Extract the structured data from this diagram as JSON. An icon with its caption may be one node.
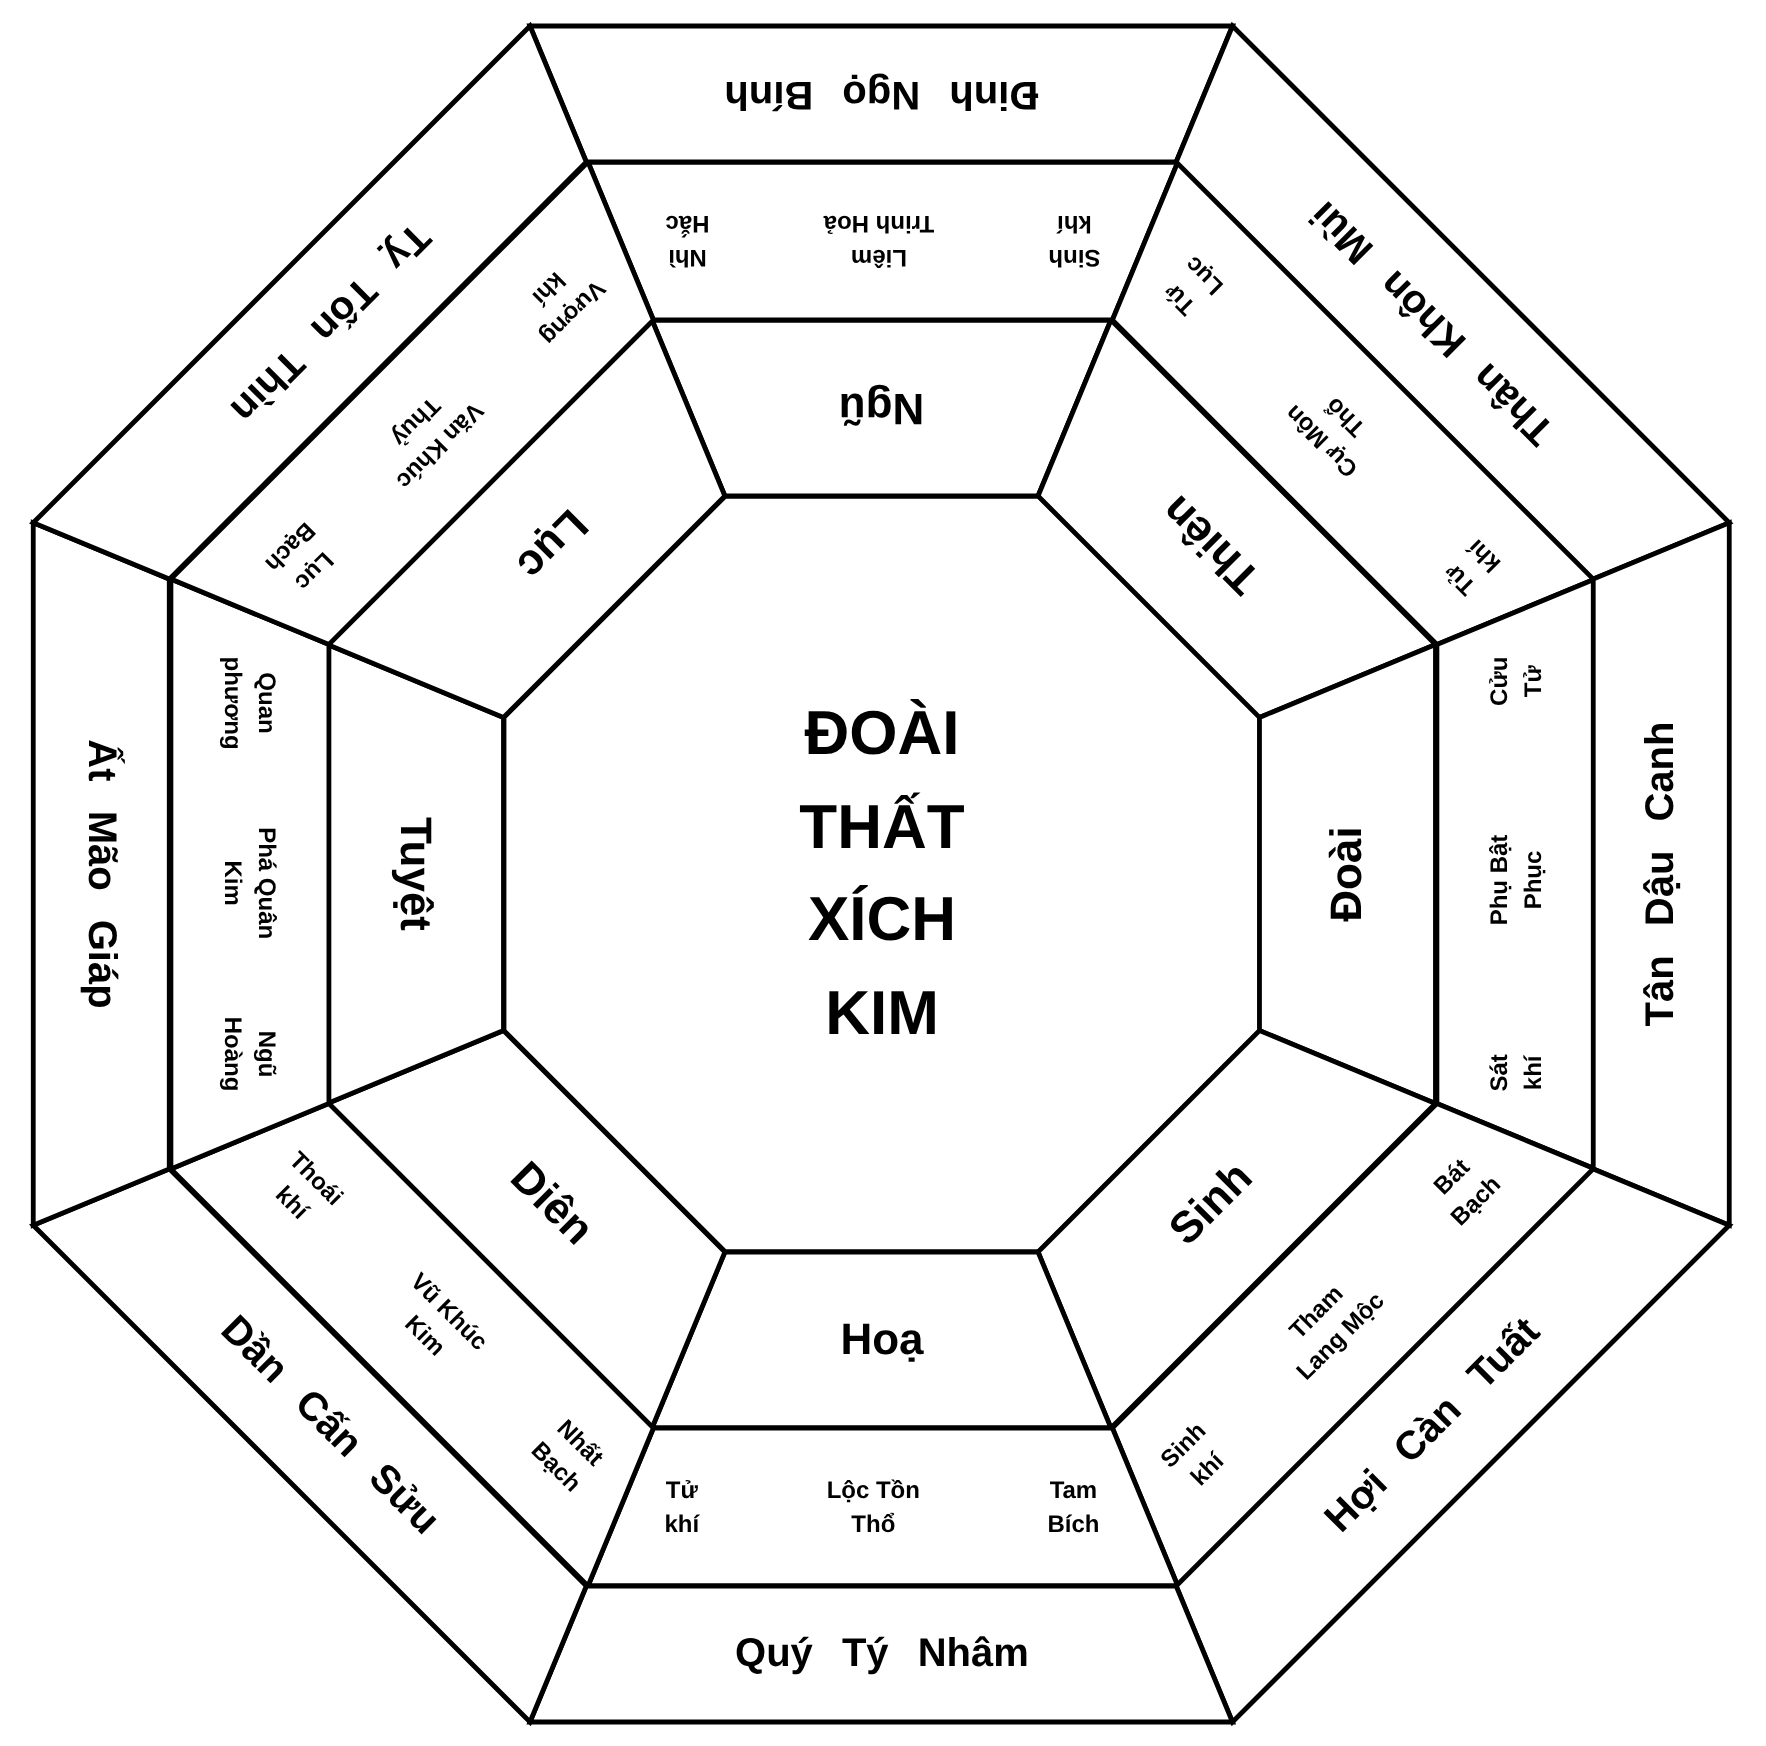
{
  "diagram": {
    "nodes": [
      {
        "text": [
          "ĐOÀI THẤT XÍCH KIM"
        ]
      },
      {
        "text": [
          "Ngũ"
        ]
      },
      {
        "text": [
          "Thiên"
        ]
      },
      {
        "text": [
          "Đoài"
        ]
      },
      {
        "text": [
          "Sinh"
        ]
      },
      {
        "text": [
          "Hoạ"
        ]
      },
      {
        "text": [
          "Diên"
        ]
      },
      {
        "text": [
          "Tuyệt"
        ]
      },
      {
        "text": [
          "Lục"
        ]
      },
      {
        "text": [
          "Sinh khí",
          "Liêm Trinh Hoả",
          "Nhì Hắc"
        ]
      },
      {
        "text": [
          "Tử khí",
          "Cự Môn Thổ",
          "Tứ Lục"
        ]
      },
      {
        "text": [
          "Sát khí",
          "Phụ Bật Phục",
          "Cửu Tử"
        ]
      },
      {
        "text": [
          "Sinh khí",
          "Tham Lang Mộc",
          "Bát Bạch"
        ]
      },
      {
        "text": [
          "Tử khí",
          "Lộc Tồn Thổ",
          "Tam Bích"
        ]
      },
      {
        "text": [
          "Thoái khí",
          "Vũ Khúc Kim",
          "Nhất Bạch"
        ]
      },
      {
        "text": [
          "Quan phương",
          "Phá Quân Kim",
          "Ngũ Hoàng"
        ]
      },
      {
        "text": [
          "Vượng khí",
          "Văn Khúc Thuỷ",
          "Lục Bạch"
        ]
      },
      {
        "text": [
          "Đinh Ngọ Bính"
        ]
      },
      {
        "text": [
          "Thân Khôn Mùi"
        ]
      },
      {
        "text": [
          "Tân Dậu Canh"
        ]
      },
      {
        "text": [
          "Hợi Càn Tuất"
        ]
      },
      {
        "text": [
          "Quý Tý Nhâm"
        ]
      },
      {
        "text": [
          "Dần Cấn Sửu"
        ]
      },
      {
        "text": [
          "Ất Mão Giáp"
        ]
      },
      {
        "text": [
          "Tỵ Tốn Thìn"
        ]
      }
    ]
  }
}
